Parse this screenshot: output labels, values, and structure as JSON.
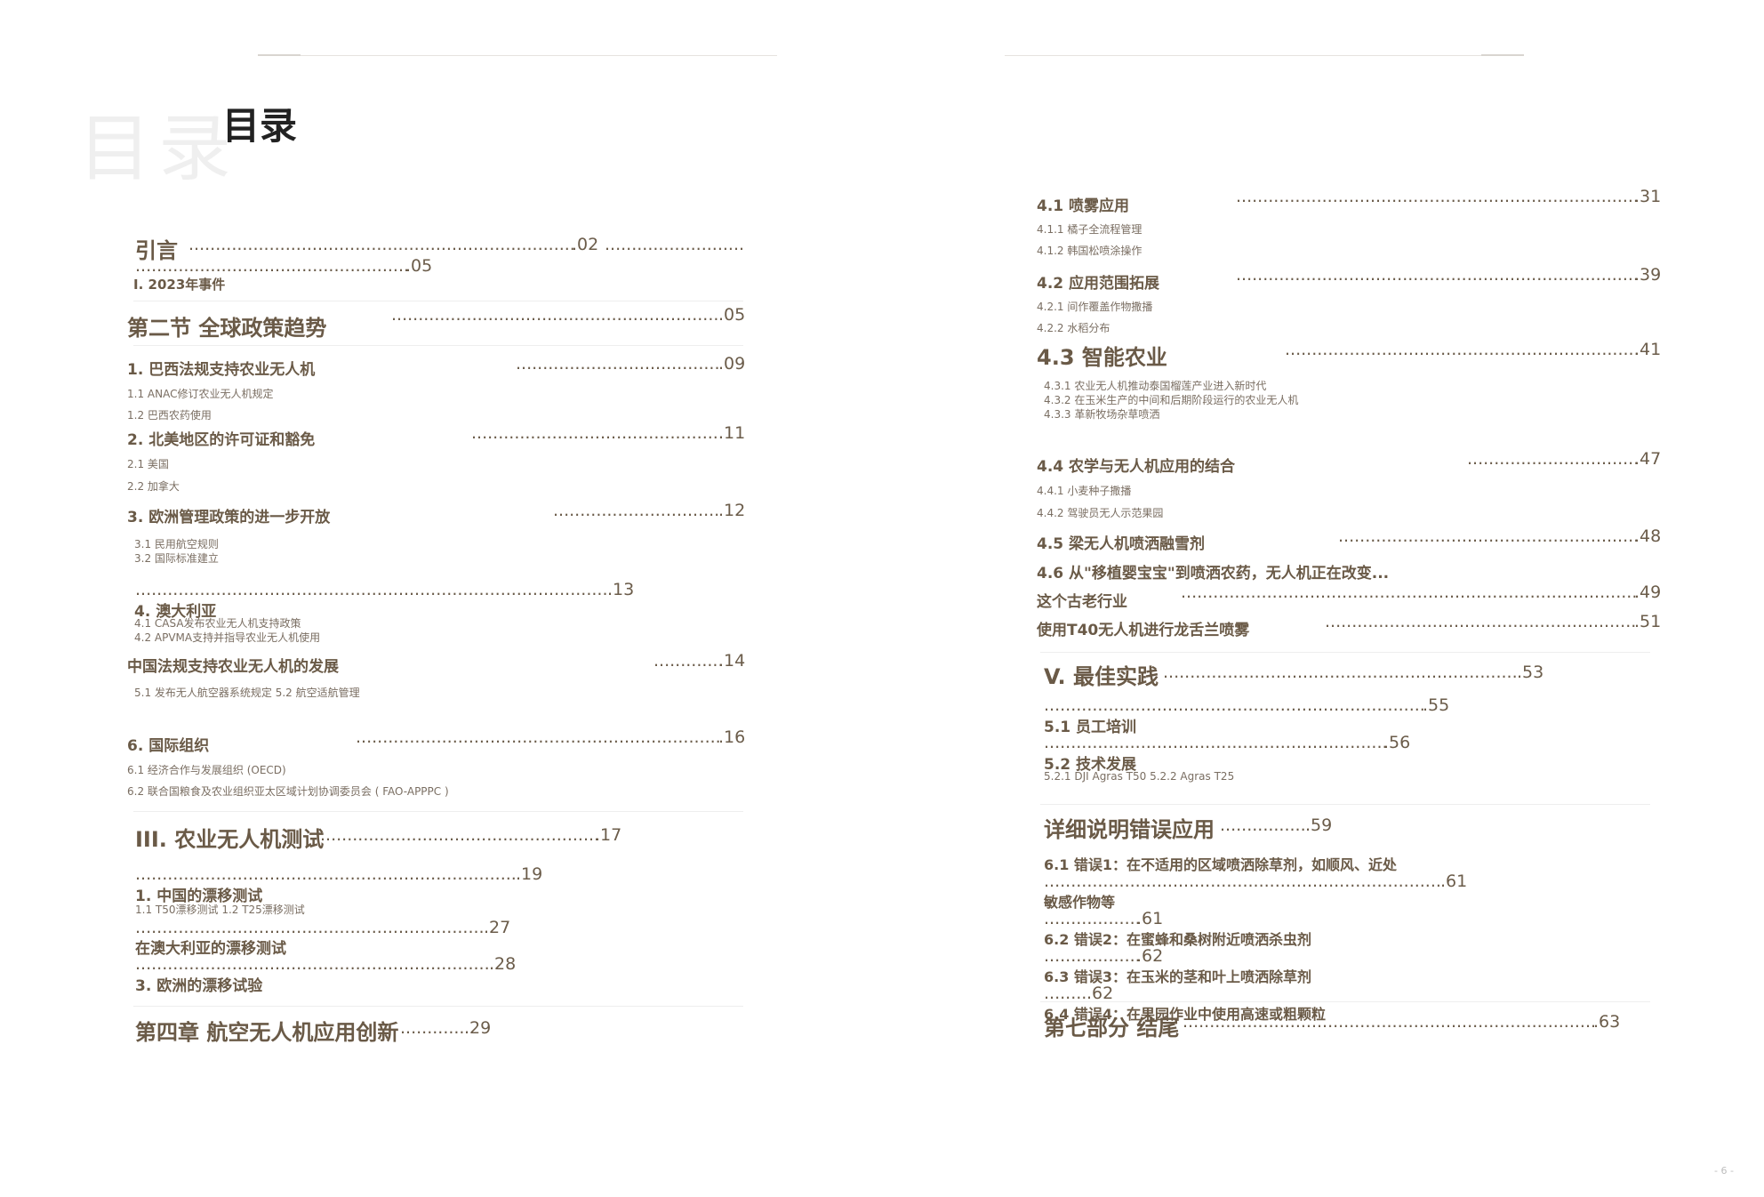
{
  "page": {
    "watermark": "目录",
    "title": "目录",
    "page_number": "- 6 -"
  },
  "left": {
    "intro": {
      "label": "引言",
      "page": ".02"
    },
    "intro_dots_page": ".05",
    "event": "I. 2023年事件",
    "sec2": {
      "label": "第二节 全球政策趋势",
      "page": ".05"
    },
    "brazil": {
      "label": "1. 巴西法规支持农业无人机",
      "page": ".09"
    },
    "brazil_1": "1.1 ANAC修订农业无人机规定",
    "brazil_2": "1.2 巴西农药使用",
    "na": {
      "label": "2. 北美地区的许可证和豁免",
      "page": ".11"
    },
    "na_1": "2.1 美国",
    "na_2": "2.2 加拿大",
    "eu": {
      "label": "3. 欧洲管理政策的进一步开放",
      "page": ".12"
    },
    "eu_1": "3.1 民用航空规则",
    "eu_2": "3.2 国际标准建立",
    "au_page": ".13",
    "au": "4. 澳大利亚",
    "au_1": "4.1 CASA发布农业无人机支持政策",
    "au_2": "4.2 APVMA支持并指导农业无人机使用",
    "cn": {
      "label": "中国法规支持农业无人机的发展",
      "page": ".14"
    },
    "cn_1": "5.1 发布无人航空器系统规定 5.2 航空适航管理",
    "intl": {
      "label": "6. 国际组织",
      "page": ".16"
    },
    "intl_1": "6.1 经济合作与发展组织 (OECD)",
    "intl_2": "6.2 联合国粮食及农业组织亚太区域计划协调委员会 ( FAO-APPPC )",
    "test": {
      "label": "III. 农业无人机测试",
      "page": ".17"
    },
    "drift_page": ".19",
    "drift_cn": "1. 中国的漂移测试",
    "drift_cn_1": "1.1 T50漂移测试 1.2 T25漂移测试",
    "drift_au_page": ".27",
    "drift_au": "在澳大利亚的漂移测试",
    "drift_eu_page": ".28",
    "drift_eu": "3. 欧洲的漂移试验",
    "ch4": {
      "label": "第四章 航空无人机应用创新",
      "page": ".29"
    }
  },
  "right": {
    "spray": {
      "label": "4.1 喷雾应用",
      "page": ".31"
    },
    "spray_1": "4.1.1 橘子全流程管理",
    "spray_2": "4.1.2 韩国松喷涂操作",
    "scope": {
      "label": "4.2 应用范围拓展",
      "page": ".39"
    },
    "scope_1": "4.2.1 间作覆盖作物撒播",
    "scope_2": "4.2.2 水稻分布",
    "smart": {
      "label": "4.3 智能农业",
      "page": ".41"
    },
    "smart_1": "4.3.1 农业无人机推动泰国榴莲产业进入新时代",
    "smart_2": "4.3.2 在玉米生产的中间和后期阶段运行的农业无人机",
    "smart_3": "4.3.3 革新牧场杂草喷洒",
    "agro": {
      "label": "4.4 农学与无人机应用的结合",
      "page": ".47"
    },
    "agro_1": "4.4.1 小麦种子撒播",
    "agro_2": "4.4.2 驾驶员无人示范果园",
    "fusion": {
      "label": "4.5 梁无人机喷洒融雪剂",
      "page": ".48"
    },
    "seedling": "4.6 从\"移植婴宝宝\"到喷洒农药，无人机正在改变...",
    "ancient": {
      "label": "这个古老行业",
      "page": ".49"
    },
    "t40": {
      "label": "使用T40无人机进行龙舌兰喷雾",
      "page": ".51"
    },
    "best": {
      "label": "V. 最佳实践",
      "page": ".53"
    },
    "train_page": ".55",
    "train": "5.1 员工培训",
    "tech_page": ".56",
    "tech": "5.2 技术发展",
    "tech_1": "5.2.1 DJI Agras T50 5.2.2 Agras T25",
    "errors": {
      "label": "详细说明错误应用",
      "page": ".59"
    },
    "err1": "6.1 错误1：在不适用的区域喷洒除草剂，如顺风、近处",
    "err1_page": ".61",
    "err1b": "敏感作物等",
    "err1b_page": ".61",
    "err2": "6.2 错误2：在蜜蜂和桑树附近喷洒杀虫剂",
    "err2_page": ".62",
    "err3": "6.3 错误3：在玉米的茎和叶上喷洒除草剂",
    "err3_page": ".62",
    "err4": "6.4 错误4：在果园作业中使用高速或粗颗粒",
    "ch7": {
      "label": "第七部分 结尾",
      "page": ".63"
    }
  }
}
